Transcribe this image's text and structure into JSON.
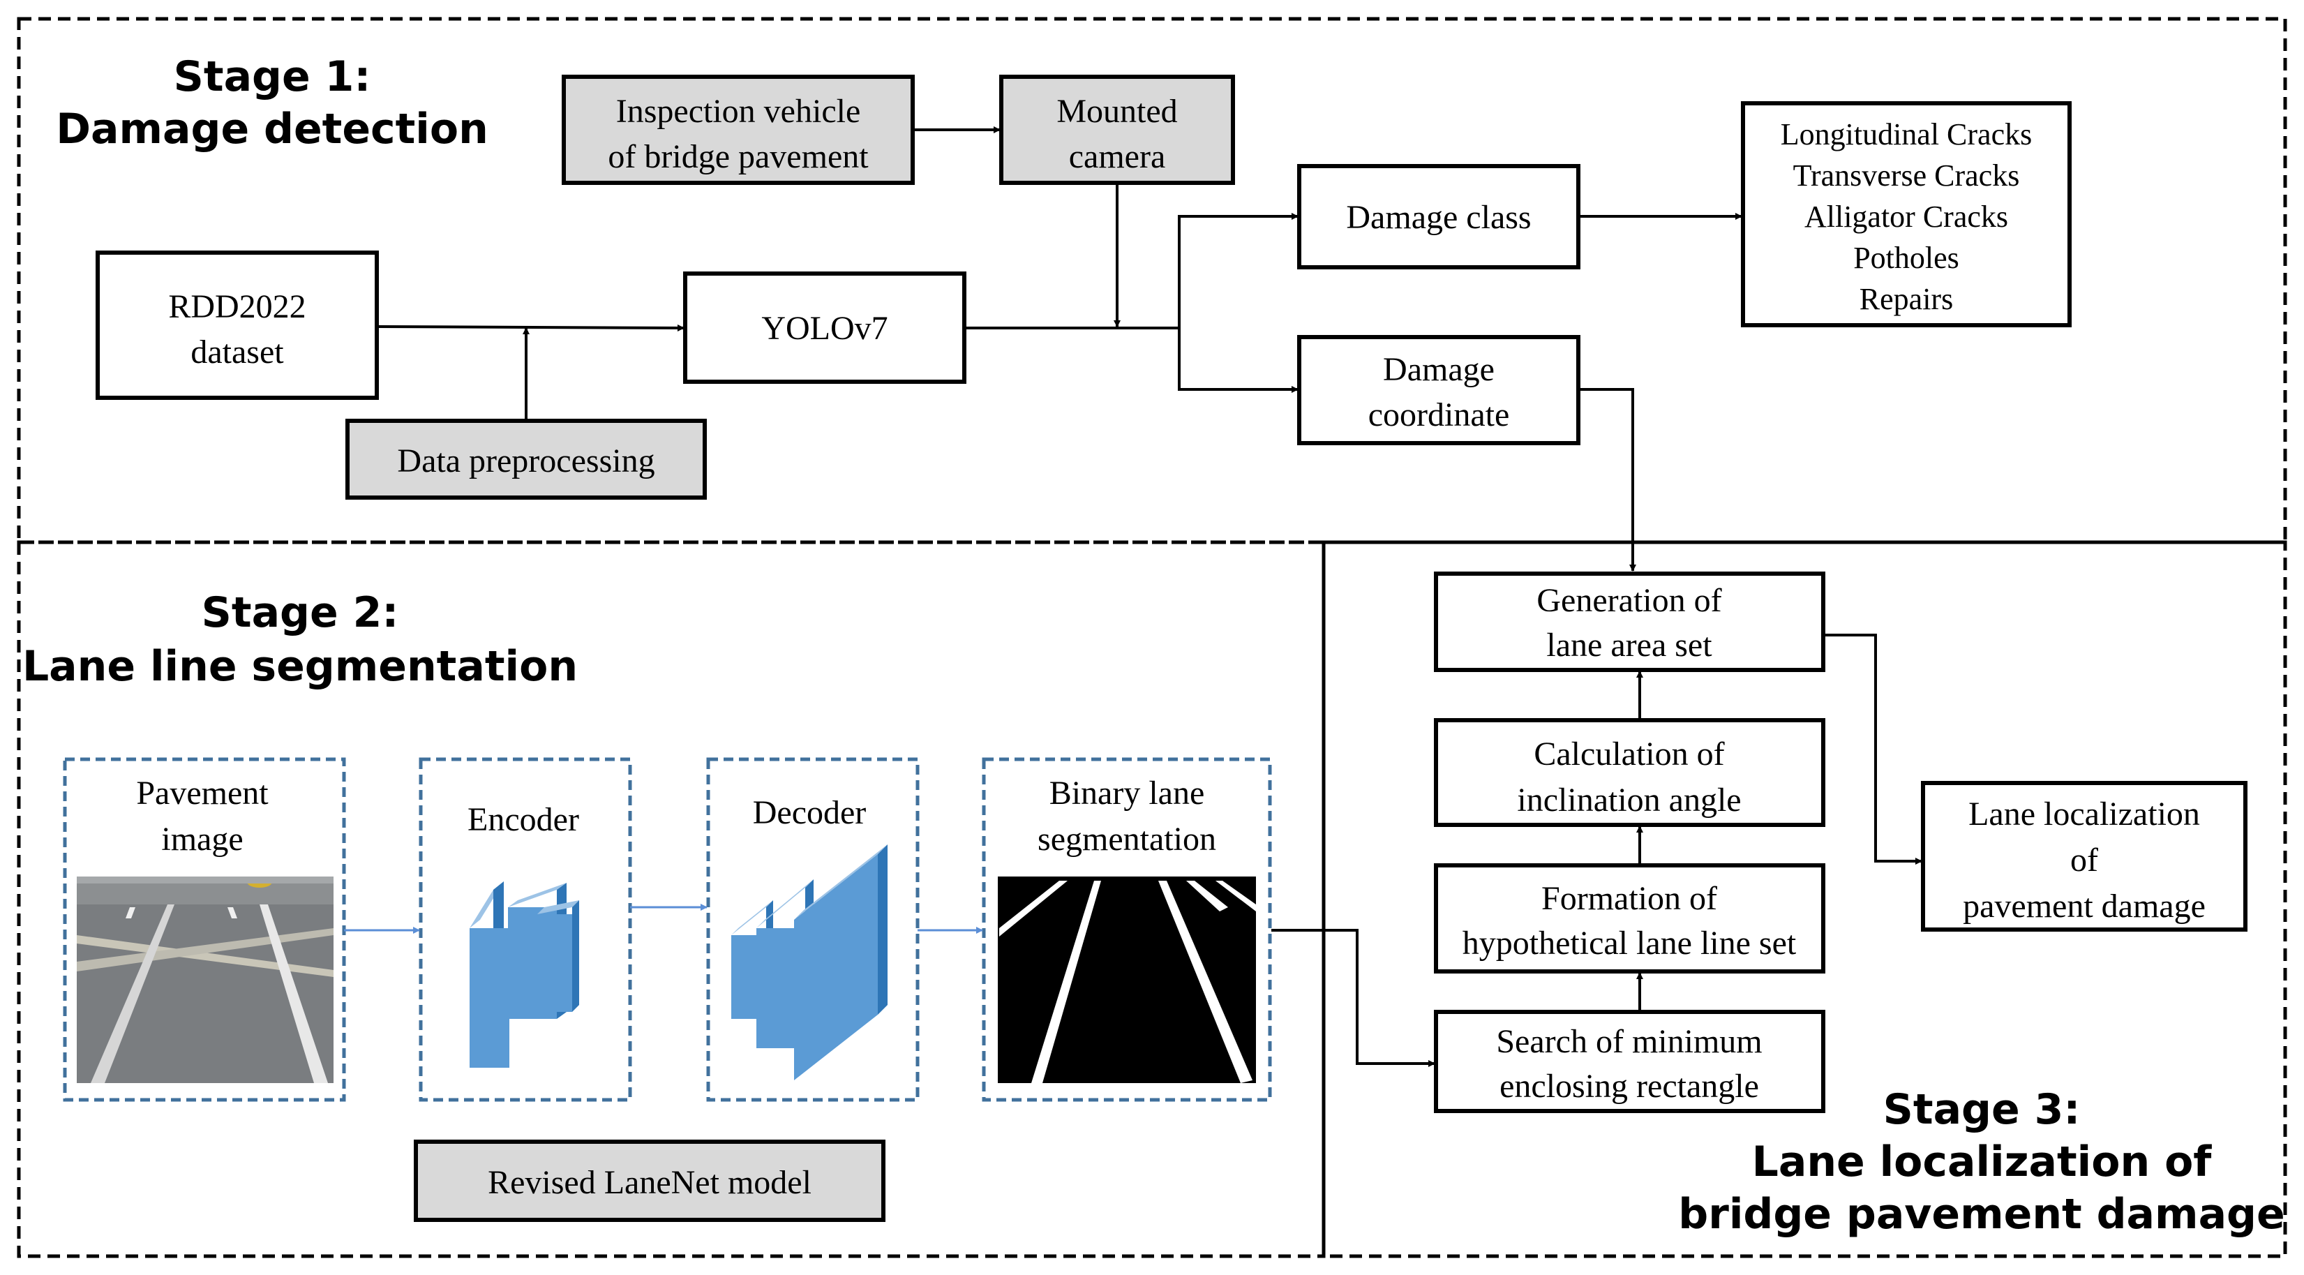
{
  "stage1": {
    "line1": "Stage 1:",
    "line2": "Damage detection"
  },
  "stage2": {
    "line1": "Stage 2:",
    "line2": "Lane line segmentation"
  },
  "stage3": {
    "line1": "Stage 3:",
    "line2": "Lane localization of",
    "line3": "bridge pavement damage"
  },
  "boxes": {
    "inspection_vehicle": [
      "Inspection  vehicle",
      "of bridge pavement"
    ],
    "mounted_camera": [
      "Mounted",
      "camera"
    ],
    "rdd2022": [
      "RDD2022",
      "dataset"
    ],
    "yolov7": "YOLOv7",
    "data_preprocessing": "Data preprocessing",
    "damage_class": "Damage class",
    "damage_coordinate": [
      "Damage",
      "coordinate"
    ],
    "damage_types": [
      "Longitudinal  Cracks",
      "Transverse  Cracks",
      "Alligator Cracks",
      "Potholes",
      "Repairs"
    ],
    "generation_lane_area": [
      "Generation  of",
      "lane area set"
    ],
    "calculation_angle": [
      "Calculation of",
      "inclination angle"
    ],
    "formation_hypothetical": [
      "Formation of",
      "hypothetical lane line set"
    ],
    "search_rectangle": [
      "Search of minimum",
      "enclosing rectangle"
    ],
    "lane_localization": [
      "Lane localization",
      "of",
      "pavement damage"
    ],
    "pavement_image": [
      "Pavement",
      "image"
    ],
    "encoder": "Encoder",
    "decoder": "Decoder",
    "binary_segmentation": [
      "Binary lane",
      "segmentation"
    ],
    "revised_lanenet": "Revised  LaneNet model"
  },
  "colors": {
    "gray_box": "#d9d9d9",
    "blue_dash": "#41719c",
    "layer_face": "#5b9bd5",
    "layer_side": "#2e75b6"
  }
}
